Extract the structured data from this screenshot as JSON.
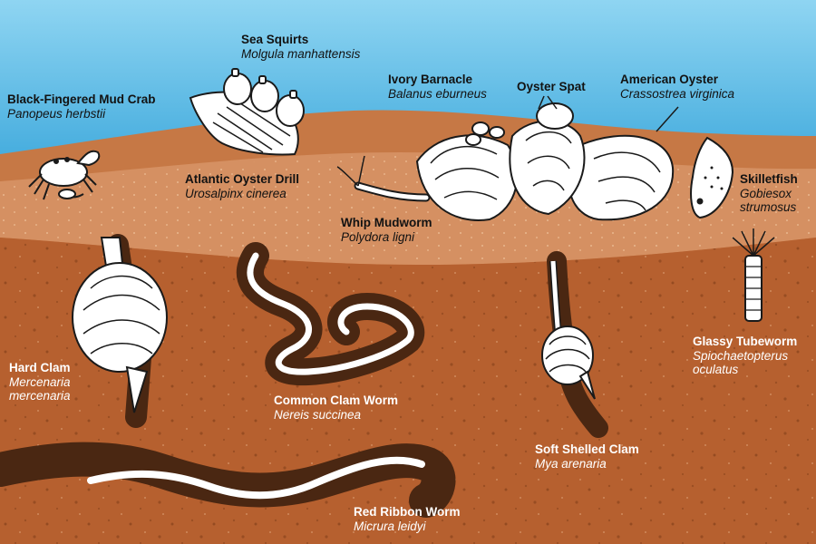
{
  "colors": {
    "water_top": "#8fd5f2",
    "water_bottom": "#45b2e1",
    "surface_mud": "#c67845",
    "light_sediment": "#d59062",
    "deep_mud": "#b6602f",
    "burrow": "#4a2712",
    "organism_fill": "#ffffff",
    "organism_outline": "#1a1a1a"
  },
  "labels": {
    "sea_squirts": {
      "common": "Sea Squirts",
      "scientific": "Molgula manhattensis"
    },
    "ivory_barnacle": {
      "common": "Ivory Barnacle",
      "scientific": "Balanus eburneus"
    },
    "oyster_spat": {
      "common": "Oyster Spat"
    },
    "american_oyster": {
      "common": "American Oyster",
      "scientific": "Crassostrea virginica"
    },
    "mud_crab": {
      "common": "Black-Fingered Mud Crab",
      "scientific": "Panopeus herbstii"
    },
    "oyster_drill": {
      "common": "Atlantic Oyster Drill",
      "scientific": "Urosalpinx cinerea"
    },
    "skilletfish": {
      "common": "Skilletfish",
      "scientific_line1": "Gobiesox",
      "scientific_line2": "strumosus"
    },
    "whip_mudworm": {
      "common": "Whip Mudworm",
      "scientific": "Polydora ligni"
    },
    "hard_clam": {
      "common": "Hard Clam",
      "scientific_line1": "Mercenaria",
      "scientific_line2": "mercenaria"
    },
    "glassy_tubeworm": {
      "common": "Glassy Tubeworm",
      "scientific_line1": "Spiochaetopterus",
      "scientific_line2": "oculatus"
    },
    "clam_worm": {
      "common": "Common Clam Worm",
      "scientific": "Nereis succinea"
    },
    "soft_shelled_clam": {
      "common": "Soft Shelled Clam",
      "scientific": "Mya arenaria"
    },
    "red_ribbon_worm": {
      "common": "Red Ribbon Worm",
      "scientific": "Micrura leidyi"
    }
  }
}
